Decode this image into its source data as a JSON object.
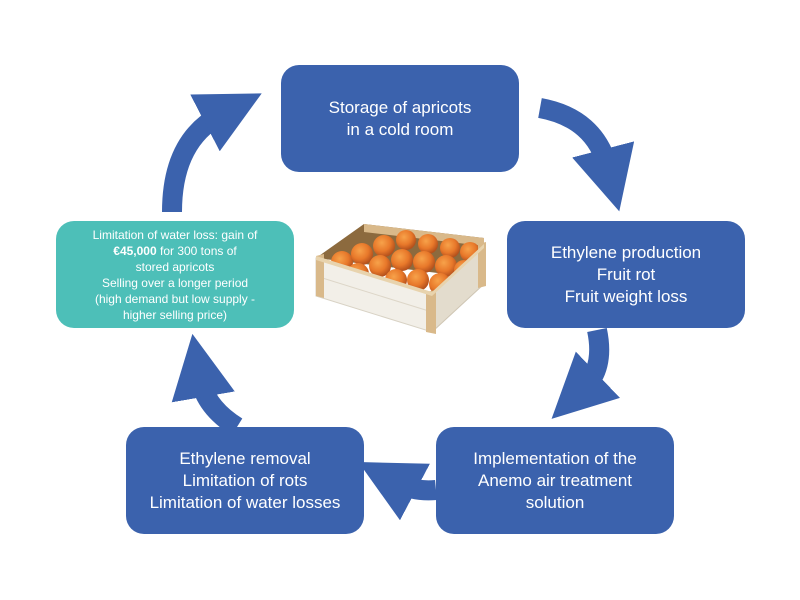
{
  "colors": {
    "step_box": "#3b62ad",
    "arrow": "#3b62ad",
    "benefit_box": "#4dbfb8",
    "text": "#ffffff"
  },
  "image": {
    "name": "apricot-crate"
  },
  "boxes": {
    "storage": {
      "lines": [
        "Storage of apricots",
        "in a cold room"
      ]
    },
    "ethylene": {
      "lines": [
        "Ethylene production",
        "Fruit rot",
        "Fruit weight loss"
      ]
    },
    "anemo": {
      "lines": [
        "Implementation of the",
        "Anemo air treatment",
        "solution"
      ]
    },
    "removal": {
      "lines": [
        "Ethylene removal",
        "Limitation of rots",
        "Limitation of water losses"
      ]
    },
    "benefit": {
      "line1": "Limitation of water loss: gain of",
      "amount": "€45,000",
      "line2_rest": " for 300 tons of",
      "line3": "stored apricots",
      "line4": "Selling over a longer period",
      "line5": "(high demand but low supply -",
      "line6": "higher selling price)"
    }
  }
}
